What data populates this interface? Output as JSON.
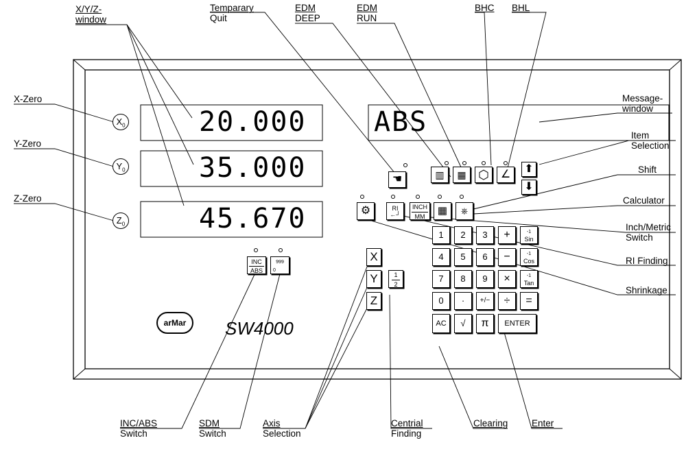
{
  "callouts": {
    "xyz_window": [
      "X/Y/Z-",
      "window"
    ],
    "temporary_quit": [
      "Temparary",
      "Quit"
    ],
    "edm_deep": [
      "EDM",
      "DEEP"
    ],
    "edm_run": [
      "EDM",
      "RUN"
    ],
    "bhc": "BHC",
    "bhl": "BHL",
    "x_zero": "X-Zero",
    "y_zero": "Y-Zero",
    "z_zero": "Z-Zero",
    "message_window": [
      "Message-",
      "window"
    ],
    "item_selection": [
      "Item",
      "Selection"
    ],
    "shift": "Shift",
    "calculator": "Calculator",
    "inch_metric": [
      "Inch/Metric",
      "Switch"
    ],
    "ri_finding": "RI Finding",
    "shrinkage": "Shrinkage",
    "inc_abs_switch": [
      "INC/ABS",
      "Switch"
    ],
    "sdm_switch": [
      "SDM",
      "Switch"
    ],
    "axis_selection": [
      "Axis",
      "Selection"
    ],
    "centrial_finding": [
      "Centrial",
      "Finding"
    ],
    "clearing": "Clearing",
    "enter": "Enter"
  },
  "display": {
    "x_value": "20.000",
    "y_value": "35.000",
    "z_value": "45.670",
    "message": "ABS"
  },
  "zero_keys": {
    "x": "X",
    "y": "Y",
    "z": "Z",
    "sub": "0"
  },
  "panel_keys": {
    "inc": "INC",
    "abs": "ABS",
    "ri": "RI",
    "inch": "INCH",
    "mm": "MM",
    "axis_x": "X",
    "axis_y": "Y",
    "axis_z": "Z",
    "half_num": "1",
    "half_den": "2",
    "sdm_top": "999",
    "sdm_bottom": "0"
  },
  "keypad": {
    "rows": [
      [
        "1",
        "2",
        "3",
        "+",
        "Sin"
      ],
      [
        "4",
        "5",
        "6",
        "−",
        "Cos"
      ],
      [
        "7",
        "8",
        "9",
        "×",
        "Tan"
      ],
      [
        "0",
        "·",
        "+/−",
        "÷",
        "="
      ]
    ],
    "ac": "AC",
    "sqrt": "√",
    "pi": "π",
    "enter": "ENTER",
    "inv": "-1"
  },
  "brand": {
    "logo": "arMar",
    "model": "SW4000"
  }
}
